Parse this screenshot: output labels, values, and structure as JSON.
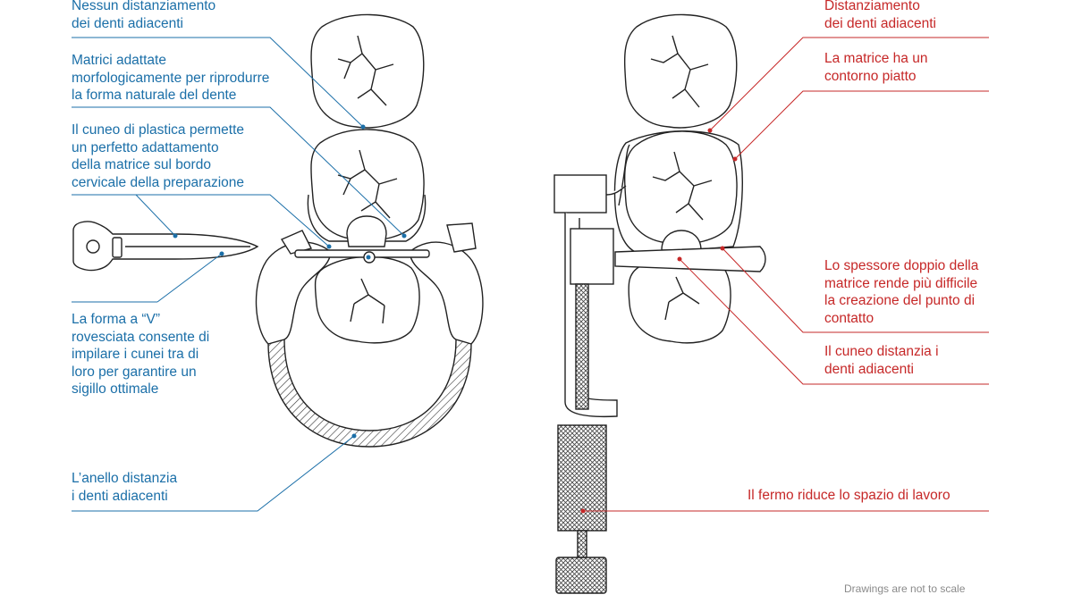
{
  "colors": {
    "blue": "#1b6fa8",
    "red": "#c62828",
    "ink": "#222222",
    "note": "#8a8a8a"
  },
  "left_labels": [
    "Nessun distanziamento\ndei denti adiacenti",
    "Matrici adattate\nmorfologicamente per riprodurre\nla forma naturale del dente",
    "Il cuneo di plastica permette\nun perfetto adattamento\ndella matrice sul bordo\ncervicale della preparazione",
    "La forma a “V”\nrovesciata consente di\nimpilare i cunei tra di\nloro per garantire un\nsigillo ottimale",
    "L’anello distanzia\ni denti adiacenti"
  ],
  "right_labels": [
    "Distanziamento\ndei denti adiacenti",
    "La matrice ha un\ncontorno piatto",
    "Lo spessore doppio della\nmatrice rende più difficile\nla creazione del punto di\ncontatto",
    "Il cuneo distanzia i\ndenti adiacenti",
    "Il fermo riduce lo spazio di lavoro"
  ],
  "footnote": "Drawings are not to scale"
}
